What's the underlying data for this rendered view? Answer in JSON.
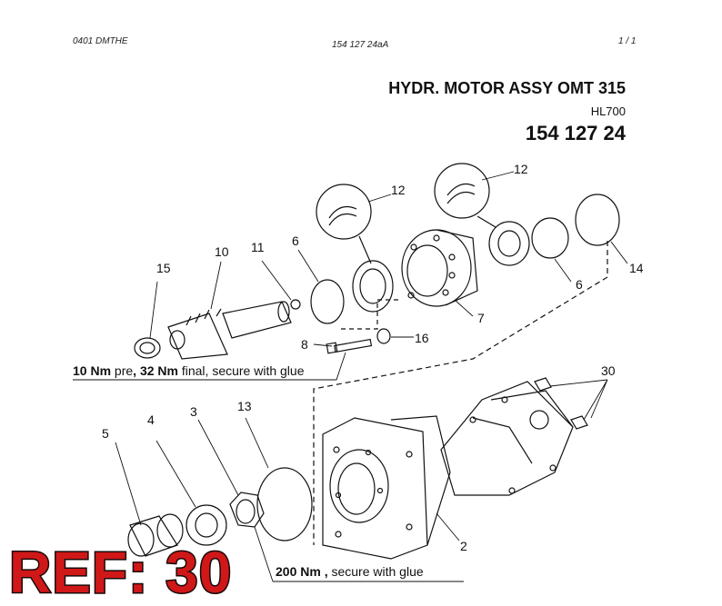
{
  "header": {
    "left": "0401   DMTHE",
    "center": "154 127 24aA",
    "right": "1 / 1"
  },
  "title": "HYDR. MOTOR ASSY OMT 315",
  "model": "HL700",
  "part_number": "154 127 24",
  "callouts": {
    "c2": "2",
    "c3": "3",
    "c4": "4",
    "c5": "5",
    "c6a": "6",
    "c6b": "6",
    "c7": "7",
    "c8": "8",
    "c10": "10",
    "c11": "11",
    "c12a": "12",
    "c12b": "12",
    "c13": "13",
    "c14": "14",
    "c15": "15",
    "c16": "16",
    "c30": "30"
  },
  "notes": {
    "note1": {
      "torque_pre": "10 Nm",
      "pre_word": " pre",
      "sep": ", ",
      "torque_final": "32 Nm",
      "rest": " final, secure with glue"
    },
    "note2": {
      "torque": "200 Nm ,",
      "rest": " secure with glue"
    }
  },
  "ref_label": "REF: 30"
}
